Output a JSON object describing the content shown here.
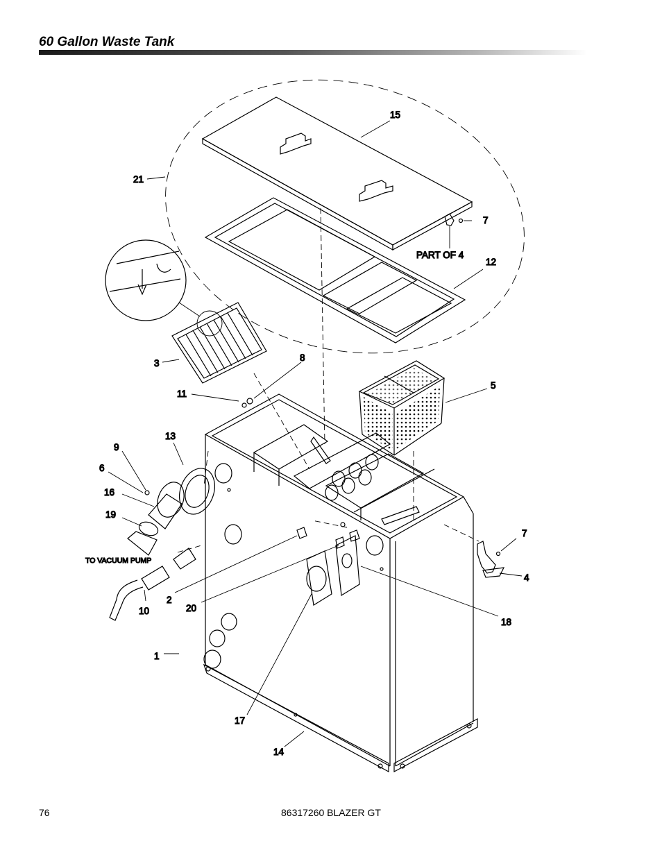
{
  "header": {
    "title": "60 Gallon Waste Tank"
  },
  "footer": {
    "page_number": "76",
    "doc_id": "86317260 BLAZER GT"
  },
  "callouts": {
    "c1": "1",
    "c2": "2",
    "c3": "3",
    "c4": "4",
    "c5": "5",
    "c6": "6",
    "c7a": "7",
    "c7b": "7",
    "c8": "8",
    "c9": "9",
    "c10": "10",
    "c11": "11",
    "c12": "12",
    "c13": "13",
    "c14": "14",
    "c15": "15",
    "c16": "16",
    "c17": "17",
    "c18": "18",
    "c19": "19",
    "c20": "20",
    "c21": "21"
  },
  "notes": {
    "part_of_4": "PART OF 4",
    "to_vacuum_pump": "TO VACUUM PUMP"
  }
}
